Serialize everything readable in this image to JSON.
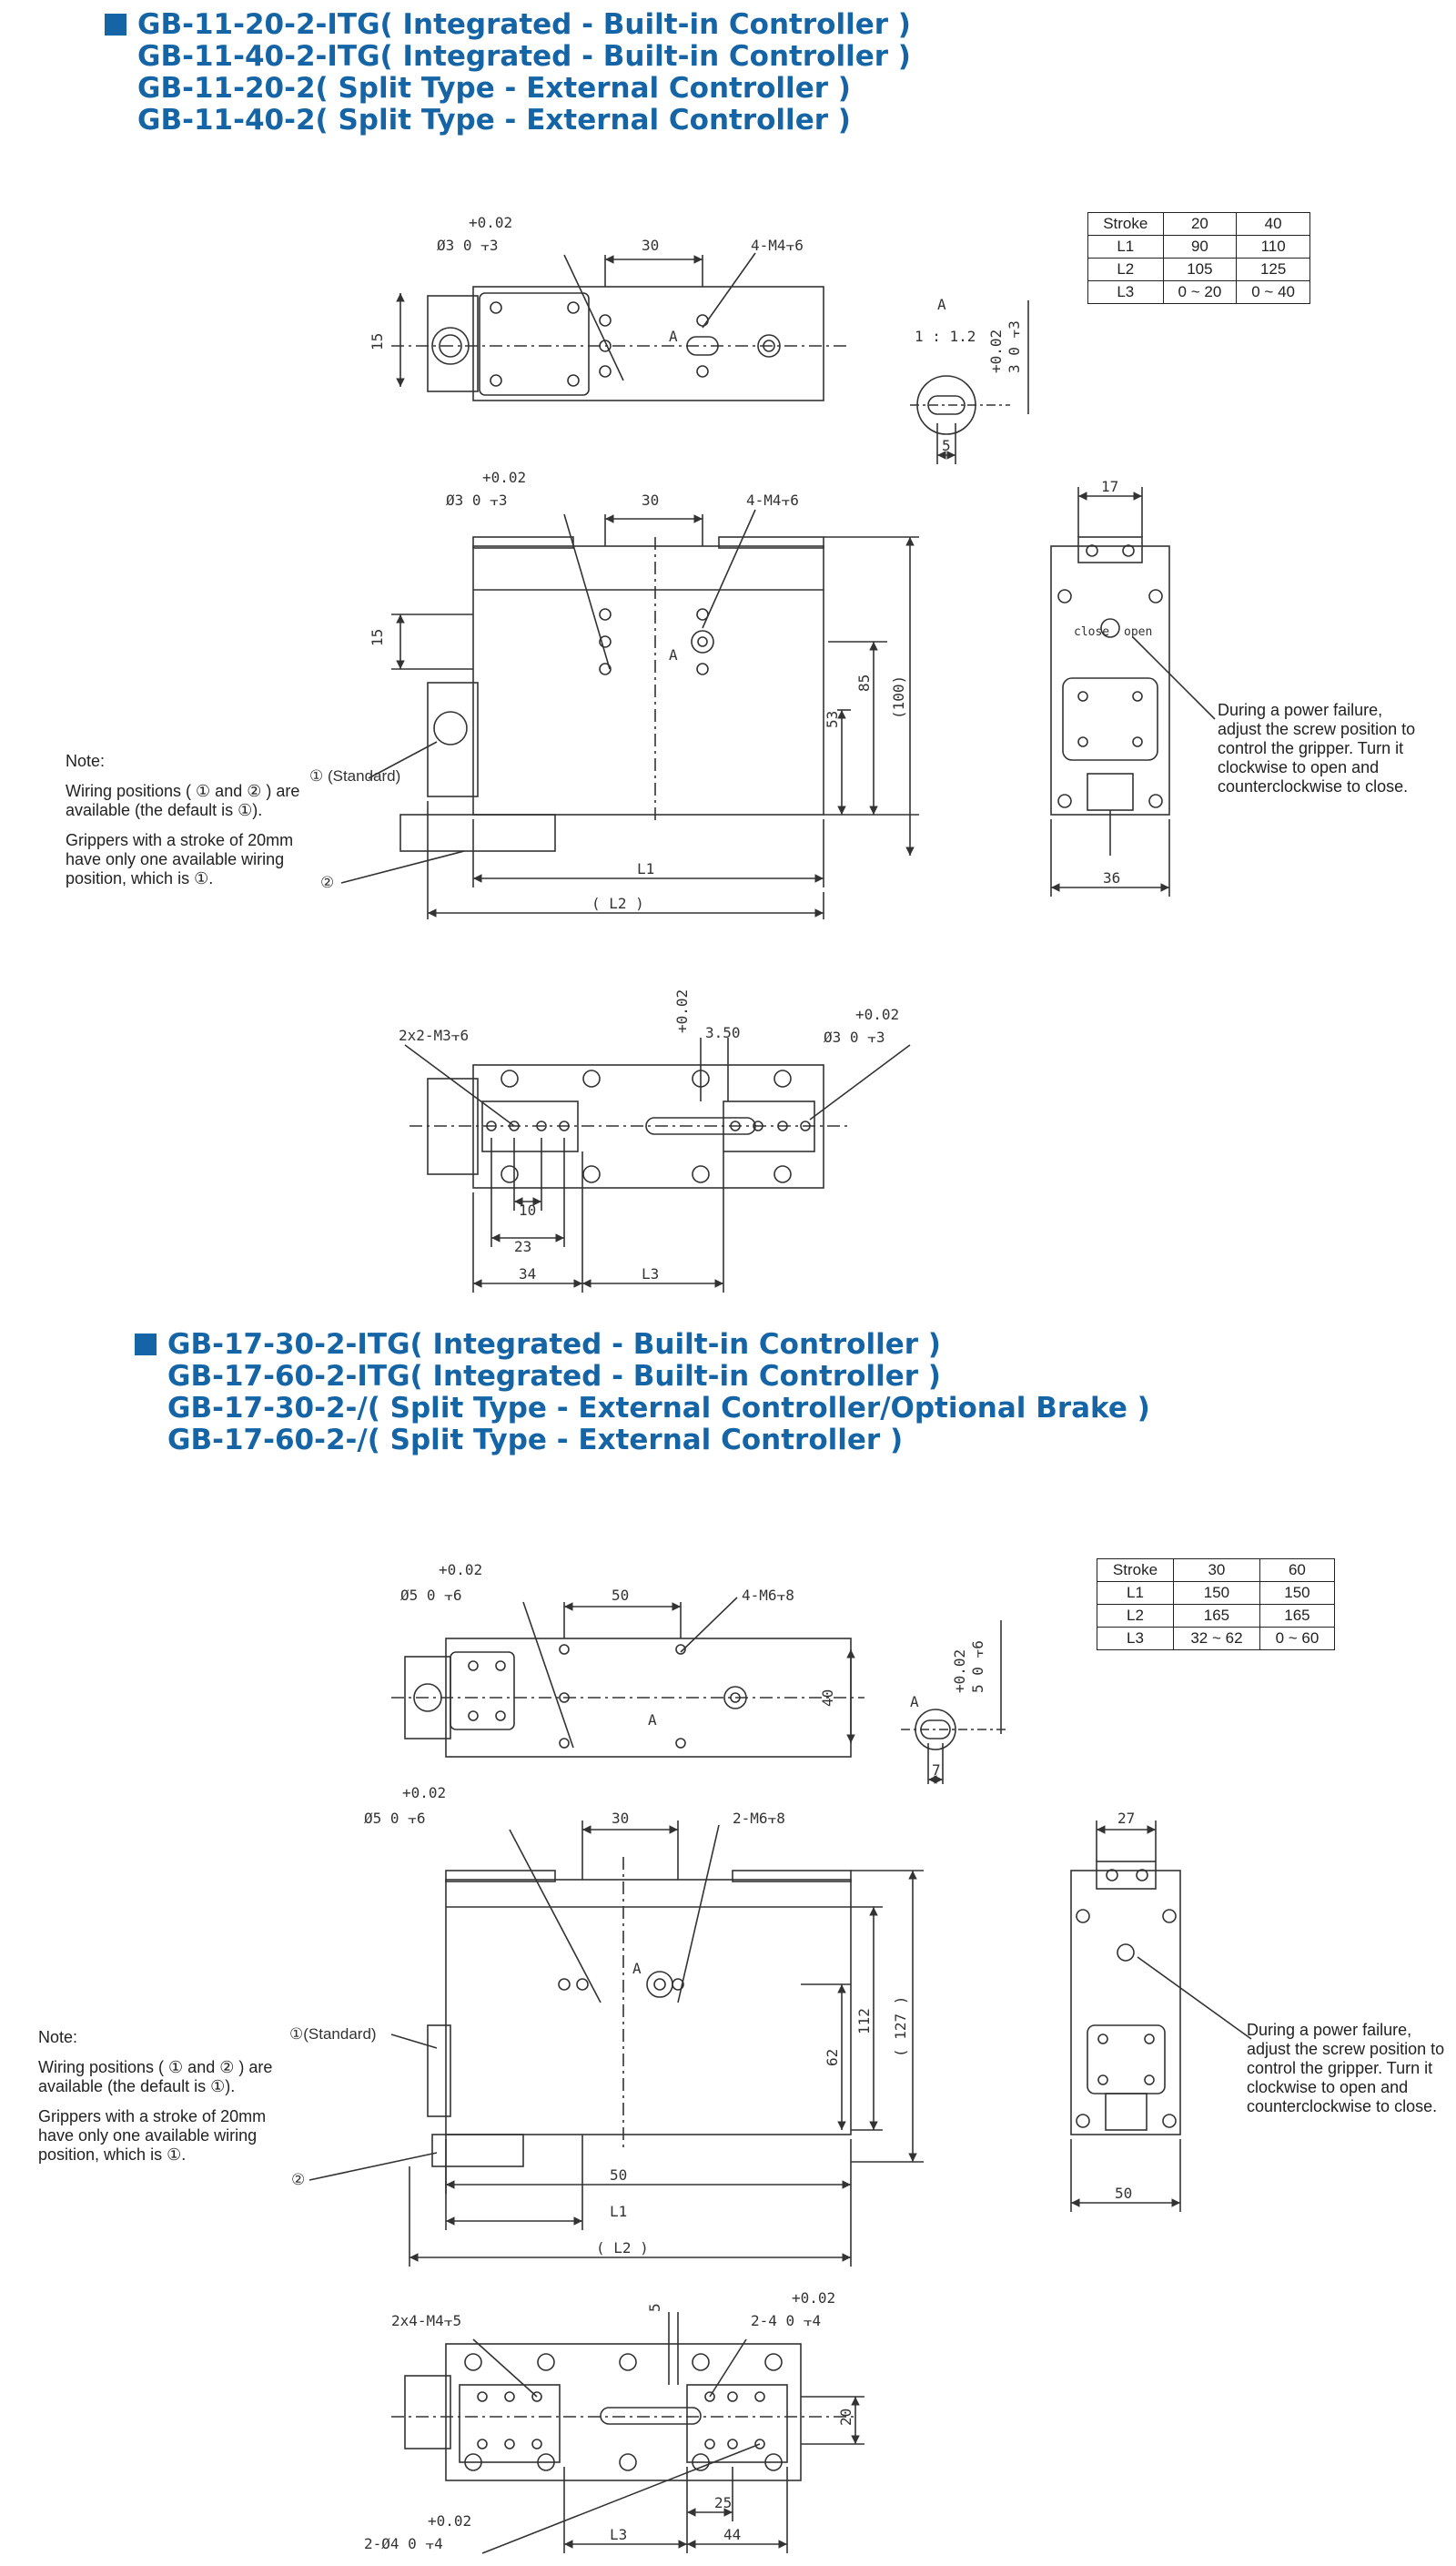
{
  "section1": {
    "titles": [
      "GB-11-20-2-ITG( Integrated - Built-in Controller )",
      "GB-11-40-2-ITG( Integrated - Built-in Controller )",
      "GB-11-20-2( Split Type - External Controller )",
      "GB-11-40-2( Split Type - External Controller )"
    ],
    "table": {
      "header": [
        "Stroke",
        "20",
        "40"
      ],
      "rows": [
        [
          "L1",
          "90",
          "110"
        ],
        [
          "L2",
          "105",
          "125"
        ],
        [
          "L3",
          "0 ~ 20",
          "0 ~ 40"
        ]
      ]
    },
    "note": {
      "heading": "Note:",
      "wiring": "Wiring positions ( ① and ② ) are available (the default is ①).",
      "stroke": "Grippers with a stroke of 20mm have only one available wiring position, which is ①."
    },
    "power_failure": "During a power failure, adjust the screw position to control the gripper. Turn it clockwise to open and counterclockwise to close.",
    "labels": {
      "standard": "① (Standard)",
      "pos2": "②",
      "close": "close",
      "open": "open",
      "tol": "+0.02",
      "hole_top": "Ø3  0  ⫟3",
      "dim30": "30",
      "m4": "4-M4⫟6",
      "dim15": "15",
      "detailA": "A",
      "scale": "1 : 1.2",
      "dim5": "5",
      "dim3v": "3  0  ⫟3",
      "dim17": "17",
      "dim85": "85",
      "dim53": "53",
      "dim100": "(100)",
      "L1": "L1",
      "L2": "( L2 )",
      "dim36": "36",
      "m3": "2x2-M3⫟6",
      "dim350": "3.50",
      "dim10": "10",
      "dim23": "23",
      "dim34": "34",
      "L3": "L3"
    }
  },
  "section2": {
    "titles": [
      "GB-17-30-2-ITG( Integrated - Built-in Controller )",
      "GB-17-60-2-ITG( Integrated - Built-in Controller )",
      "GB-17-30-2-/( Split Type - External Controller/Optional Brake )",
      "GB-17-60-2-/( Split Type - External Controller )"
    ],
    "table": {
      "header": [
        "Stroke",
        "30",
        "60"
      ],
      "rows": [
        [
          "L1",
          "150",
          "150"
        ],
        [
          "L2",
          "165",
          "165"
        ],
        [
          "L3",
          "32 ~ 62",
          "0 ~ 60"
        ]
      ]
    },
    "note": {
      "heading": "Note:",
      "wiring": "Wiring positions ( ① and ② ) are available (the default is ①).",
      "stroke": "Grippers with a stroke of 20mm have only one available wiring position, which is ①."
    },
    "power_failure": "During a power failure, adjust the screw position to control the gripper. Turn it clockwise to open and counterclockwise to close.",
    "labels": {
      "standard": "①(Standard)",
      "pos2": "②",
      "tol": "+0.02",
      "hole_top": "Ø5  0  ⫟6",
      "dim50": "50",
      "m6": "4-M6⫟8",
      "dim40": "40",
      "detailA": "A",
      "dim7": "7",
      "dim5v": "5  0  ⫟6",
      "dim30": "30",
      "m6b": "2-M6⫟8",
      "dim62": "62",
      "dim112": "112",
      "dim127": "( 127 )",
      "dim27": "27",
      "dim50b": "50",
      "L1": "L1",
      "L2": "( L2 )",
      "m4": "2x4-M4⫟5",
      "dim5": "5",
      "hole4": "2-4  0  ⫟4",
      "dim20": "20",
      "hole_bot": "2-Ø4  0  ⫟4",
      "L3": "L3",
      "dim25": "25",
      "dim44": "44"
    }
  }
}
